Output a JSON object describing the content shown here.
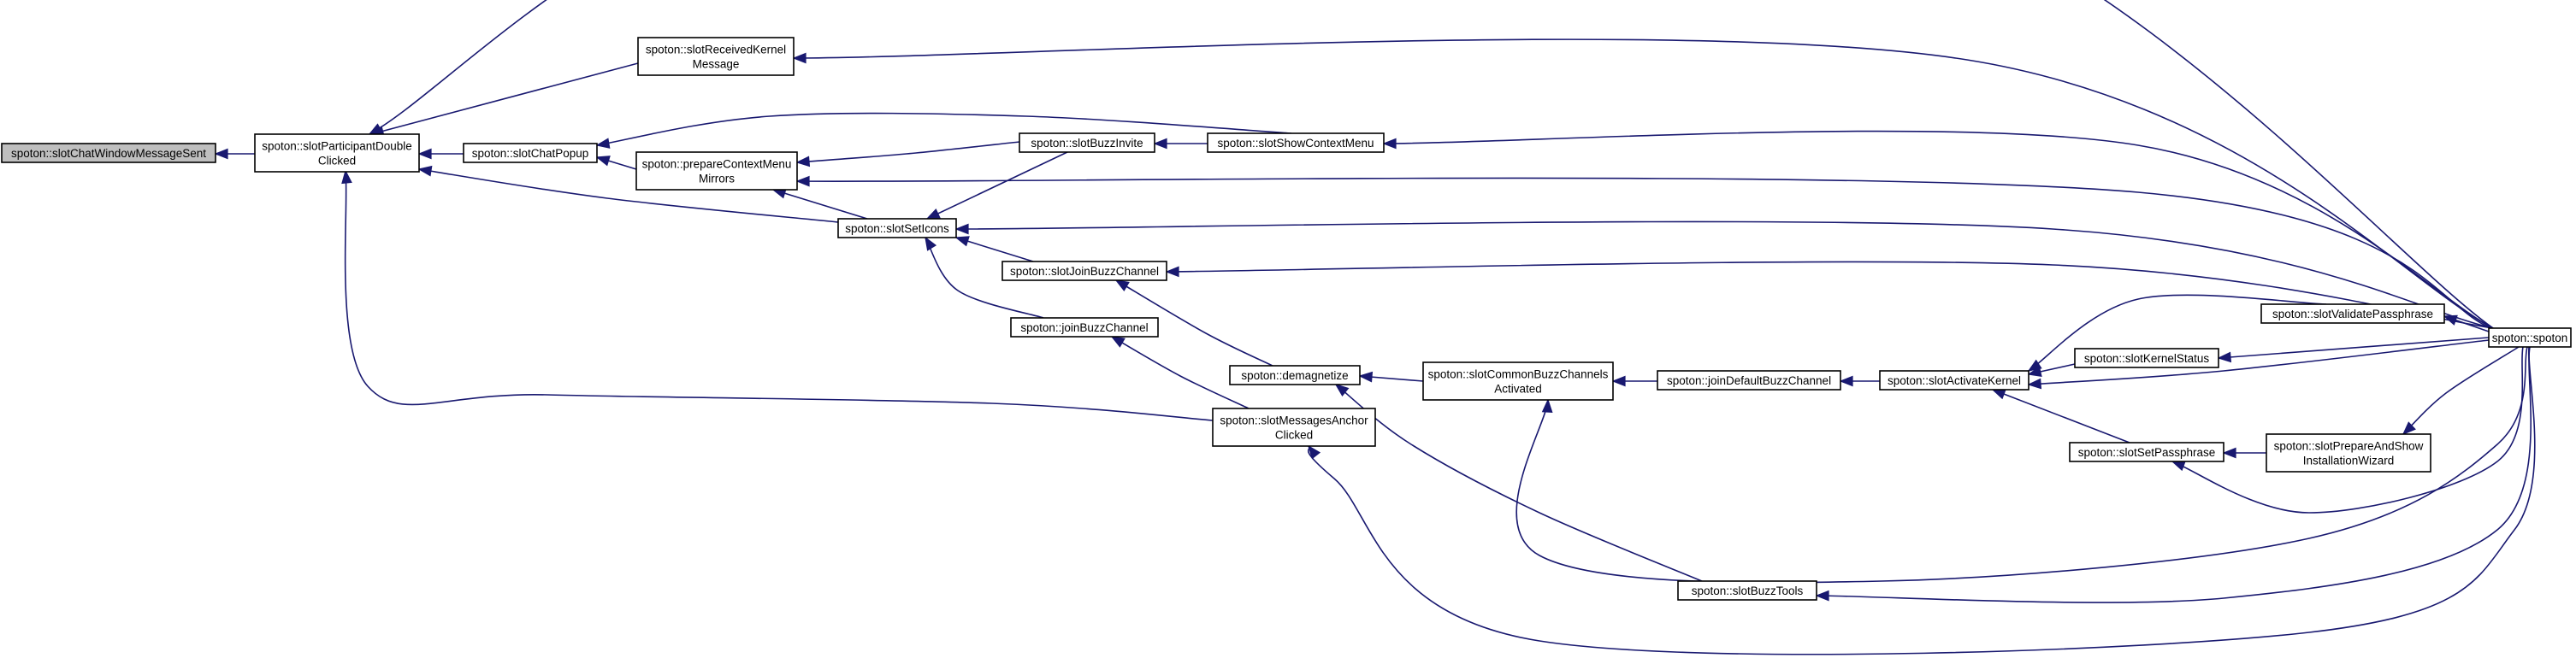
{
  "diagram": {
    "type": "call-graph",
    "colors": {
      "edge": "#191970",
      "root_fill": "#bfbfbf",
      "node_fill": "#ffffff",
      "border": "#000000"
    },
    "nodes": [
      {
        "id": "slotChatWindowMessageSent",
        "lines": [
          "spoton::slotChatWindowMessageSent"
        ],
        "root": true
      },
      {
        "id": "slotParticipantDoubleClicked",
        "lines": [
          "spoton::slotParticipantDouble",
          "Clicked"
        ]
      },
      {
        "id": "slotReceivedKernelMessage",
        "lines": [
          "spoton::slotReceivedKernel",
          "Message"
        ]
      },
      {
        "id": "slotChatPopup",
        "lines": [
          "spoton::slotChatPopup"
        ]
      },
      {
        "id": "prepareContextMenuMirrors",
        "lines": [
          "spoton::prepareContextMenu",
          "Mirrors"
        ]
      },
      {
        "id": "slotSetIcons",
        "lines": [
          "spoton::slotSetIcons"
        ]
      },
      {
        "id": "slotBuzzInvite",
        "lines": [
          "spoton::slotBuzzInvite"
        ]
      },
      {
        "id": "slotShowContextMenu",
        "lines": [
          "spoton::slotShowContextMenu"
        ]
      },
      {
        "id": "slotJoinBuzzChannel",
        "lines": [
          "spoton::slotJoinBuzzChannel"
        ]
      },
      {
        "id": "joinBuzzChannel",
        "lines": [
          "spoton::joinBuzzChannel"
        ]
      },
      {
        "id": "demagnetize",
        "lines": [
          "spoton::demagnetize"
        ]
      },
      {
        "id": "slotMessagesAnchorClicked",
        "lines": [
          "spoton::slotMessagesAnchor",
          "Clicked"
        ]
      },
      {
        "id": "slotCommonBuzzChannelsActivated",
        "lines": [
          "spoton::slotCommonBuzzChannels",
          "Activated"
        ]
      },
      {
        "id": "joinDefaultBuzzChannel",
        "lines": [
          "spoton::joinDefaultBuzzChannel"
        ]
      },
      {
        "id": "slotActivateKernel",
        "lines": [
          "spoton::slotActivateKernel"
        ]
      },
      {
        "id": "slotValidatePassphrase",
        "lines": [
          "spoton::slotValidatePassphrase"
        ]
      },
      {
        "id": "slotKernelStatus",
        "lines": [
          "spoton::slotKernelStatus"
        ]
      },
      {
        "id": "slotSetPassphrase",
        "lines": [
          "spoton::slotSetPassphrase"
        ]
      },
      {
        "id": "slotPrepareAndShowInstallationWizard",
        "lines": [
          "spoton::slotPrepareAndShow",
          "InstallationWizard"
        ]
      },
      {
        "id": "slotBuzzTools",
        "lines": [
          "spoton::slotBuzzTools"
        ]
      },
      {
        "id": "spoton",
        "lines": [
          "spoton::spoton"
        ]
      }
    ],
    "edges": [
      {
        "from": "slotParticipantDoubleClicked",
        "to": "slotChatWindowMessageSent"
      },
      {
        "from": "slotReceivedKernelMessage",
        "to": "slotParticipantDoubleClicked"
      },
      {
        "from": "slotChatPopup",
        "to": "slotParticipantDoubleClicked"
      },
      {
        "from": "slotSetIcons",
        "to": "slotParticipantDoubleClicked"
      },
      {
        "from": "slotMessagesAnchorClicked",
        "to": "slotParticipantDoubleClicked"
      },
      {
        "from": "spoton",
        "to": "slotParticipantDoubleClicked"
      },
      {
        "from": "spoton",
        "to": "slotReceivedKernelMessage"
      },
      {
        "from": "prepareContextMenuMirrors",
        "to": "slotChatPopup"
      },
      {
        "from": "slotShowContextMenu",
        "to": "slotChatPopup"
      },
      {
        "from": "slotSetIcons",
        "to": "prepareContextMenuMirrors"
      },
      {
        "from": "slotBuzzInvite",
        "to": "prepareContextMenuMirrors"
      },
      {
        "from": "spoton",
        "to": "prepareContextMenuMirrors"
      },
      {
        "from": "slotShowContextMenu",
        "to": "slotBuzzInvite"
      },
      {
        "from": "spoton",
        "to": "slotShowContextMenu"
      },
      {
        "from": "slotBuzzInvite",
        "to": "slotSetIcons"
      },
      {
        "from": "slotJoinBuzzChannel",
        "to": "slotSetIcons"
      },
      {
        "from": "joinBuzzChannel",
        "to": "slotSetIcons"
      },
      {
        "from": "spoton",
        "to": "slotSetIcons"
      },
      {
        "from": "demagnetize",
        "to": "slotJoinBuzzChannel"
      },
      {
        "from": "spoton",
        "to": "slotJoinBuzzChannel"
      },
      {
        "from": "slotMessagesAnchorClicked",
        "to": "joinBuzzChannel"
      },
      {
        "from": "slotCommonBuzzChannelsActivated",
        "to": "demagnetize"
      },
      {
        "from": "slotBuzzTools",
        "to": "demagnetize"
      },
      {
        "from": "spoton",
        "to": "slotMessagesAnchorClicked"
      },
      {
        "from": "joinDefaultBuzzChannel",
        "to": "slotCommonBuzzChannelsActivated"
      },
      {
        "from": "spoton",
        "to": "slotCommonBuzzChannelsActivated"
      },
      {
        "from": "slotActivateKernel",
        "to": "joinDefaultBuzzChannel"
      },
      {
        "from": "slotValidatePassphrase",
        "to": "slotActivateKernel"
      },
      {
        "from": "slotKernelStatus",
        "to": "slotActivateKernel"
      },
      {
        "from": "slotSetPassphrase",
        "to": "slotActivateKernel"
      },
      {
        "from": "spoton",
        "to": "slotActivateKernel"
      },
      {
        "from": "spoton",
        "to": "slotValidatePassphrase"
      },
      {
        "from": "spoton",
        "to": "slotKernelStatus"
      },
      {
        "from": "slotPrepareAndShowInstallationWizard",
        "to": "slotSetPassphrase"
      },
      {
        "from": "spoton",
        "to": "slotSetPassphrase"
      },
      {
        "from": "spoton",
        "to": "slotPrepareAndShowInstallationWizard"
      },
      {
        "from": "spoton",
        "to": "slotBuzzTools"
      }
    ]
  }
}
